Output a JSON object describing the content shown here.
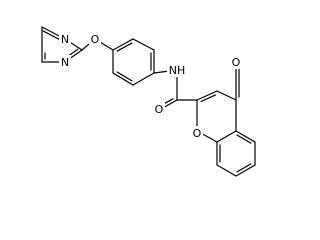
{
  "diagram": {
    "type": "chemical-structure",
    "atoms": {
      "n_pyrimidine_upper": "N",
      "n_pyrimidine_lower": "N",
      "o_ether": "O",
      "nh_amide": "NH",
      "o_amide": "O",
      "o_chromone_ring": "O",
      "o_ketone": "O"
    }
  }
}
